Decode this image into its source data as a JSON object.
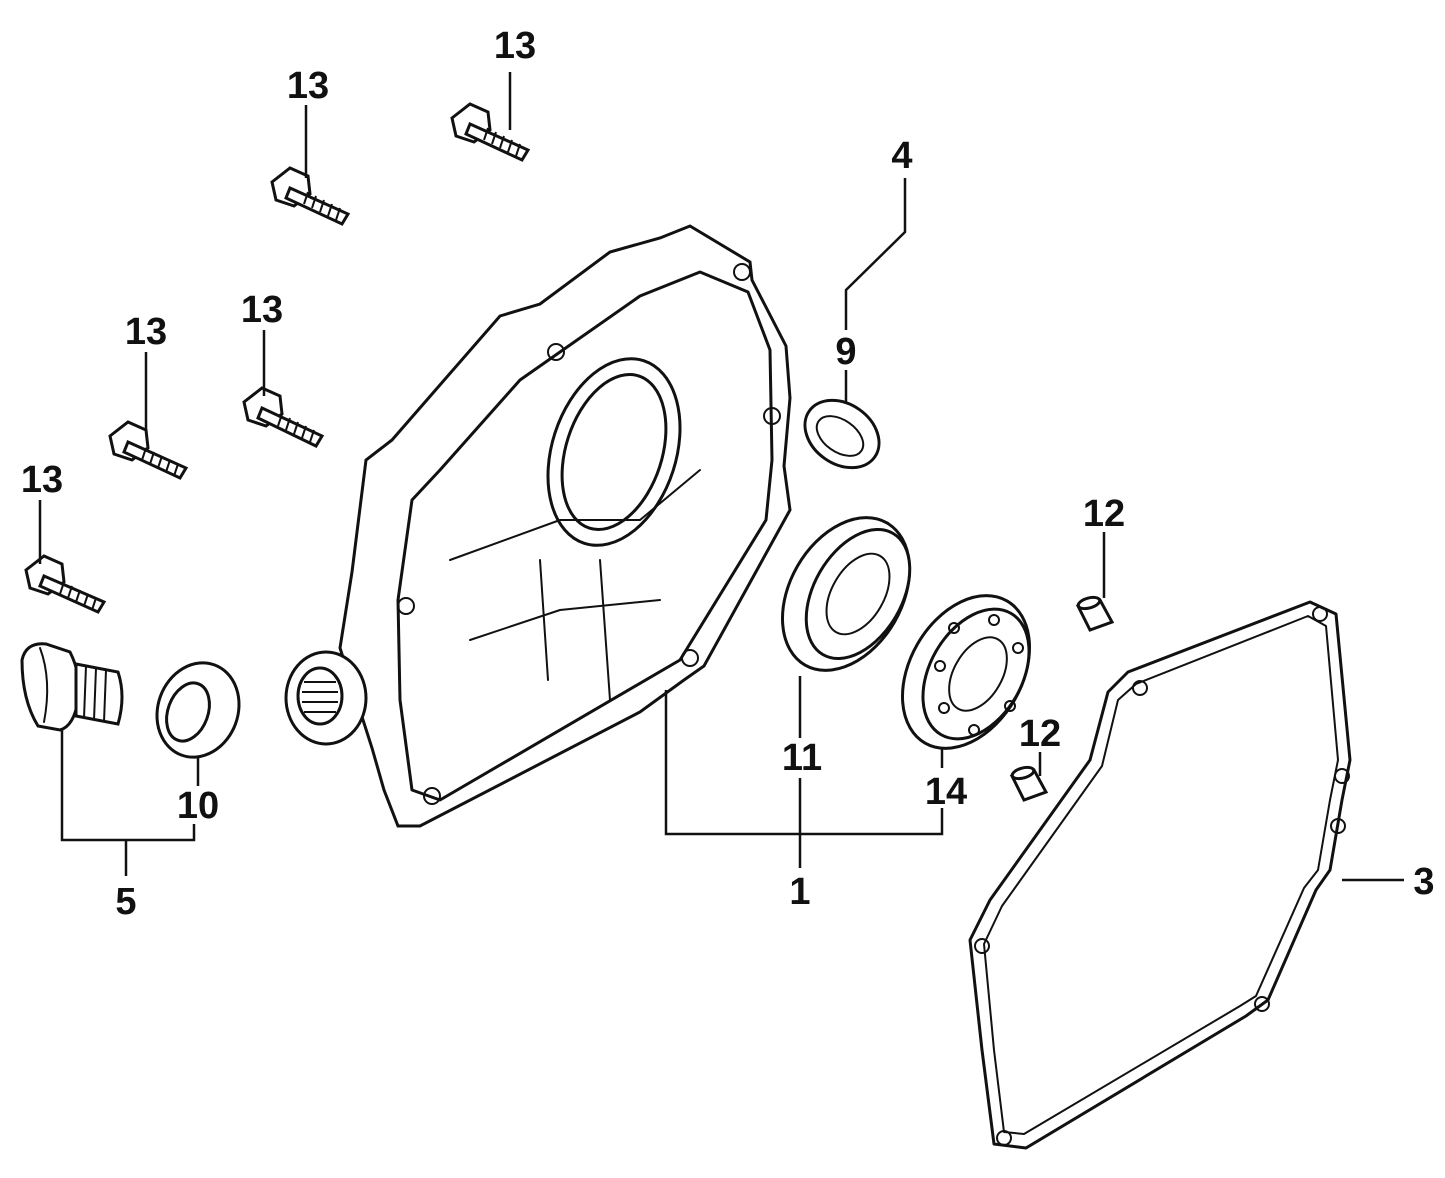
{
  "labels": {
    "p1": "1",
    "p3": "3",
    "p4": "4",
    "p5": "5",
    "p9": "9",
    "p10": "10",
    "p11": "11",
    "p12a": "12",
    "p12b": "12",
    "p13a": "13",
    "p13b": "13",
    "p13c": "13",
    "p13d": "13",
    "p13e": "13",
    "p14": "14"
  },
  "colors": {
    "ink": "#111111",
    "paper": "#ffffff"
  }
}
